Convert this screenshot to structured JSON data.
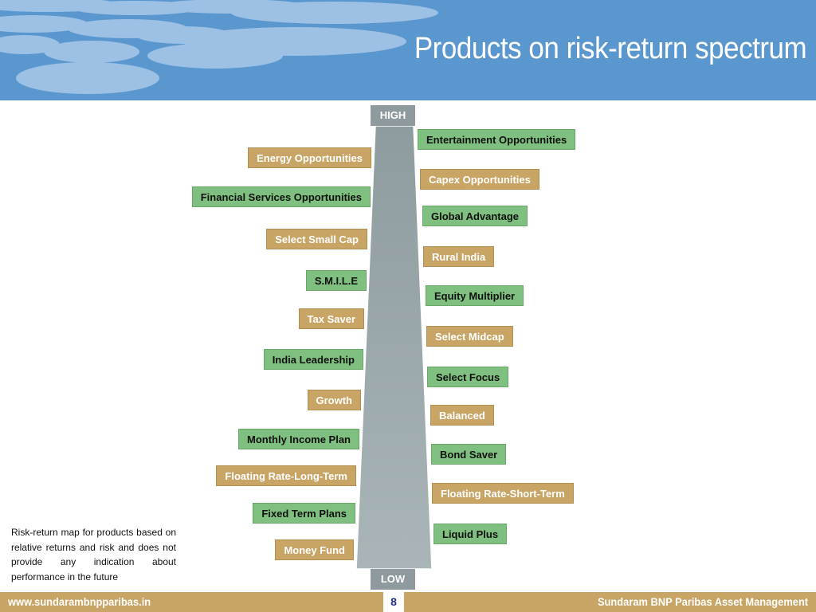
{
  "title": "Products on risk-return spectrum",
  "spectrum": {
    "high_label": "HIGH",
    "low_label": "LOW"
  },
  "left_products": [
    {
      "label": "Energy Opportunities",
      "color": "tan"
    },
    {
      "label": "Financial Services Opportunities",
      "color": "green"
    },
    {
      "label": "Select Small Cap",
      "color": "tan"
    },
    {
      "label": "S.M.I.L.E",
      "color": "green"
    },
    {
      "label": "Tax Saver",
      "color": "tan"
    },
    {
      "label": "India Leadership",
      "color": "green"
    },
    {
      "label": "Growth",
      "color": "tan"
    },
    {
      "label": "Monthly Income Plan",
      "color": "green"
    },
    {
      "label": "Floating Rate-Long-Term",
      "color": "tan"
    },
    {
      "label": "Fixed Term Plans",
      "color": "green"
    },
    {
      "label": "Money Fund",
      "color": "tan"
    }
  ],
  "right_products": [
    {
      "label": "Entertainment Opportunities",
      "color": "green"
    },
    {
      "label": "Capex Opportunities",
      "color": "tan"
    },
    {
      "label": "Global Advantage",
      "color": "green"
    },
    {
      "label": "Rural India",
      "color": "tan"
    },
    {
      "label": "Equity Multiplier",
      "color": "green"
    },
    {
      "label": "Select Midcap",
      "color": "tan"
    },
    {
      "label": "Select Focus",
      "color": "green"
    },
    {
      "label": "Balanced",
      "color": "tan"
    },
    {
      "label": "Bond Saver",
      "color": "green"
    },
    {
      "label": "Floating Rate-Short-Term",
      "color": "tan"
    },
    {
      "label": "Liquid Plus",
      "color": "green"
    }
  ],
  "note": "Risk-return map for products based on relative returns and risk and does not provide any indication about performance in the future",
  "footer": {
    "website": "www.sundarambnpparibas.in",
    "page_number": "8",
    "company": "Sundaram BNP Paribas Asset Management"
  },
  "colors": {
    "header_bg": "#5b97cf",
    "green": "#7fbf7f",
    "tan": "#c8a465",
    "spectrum": "#9aa8ac",
    "footer_bg": "#c8a465"
  }
}
